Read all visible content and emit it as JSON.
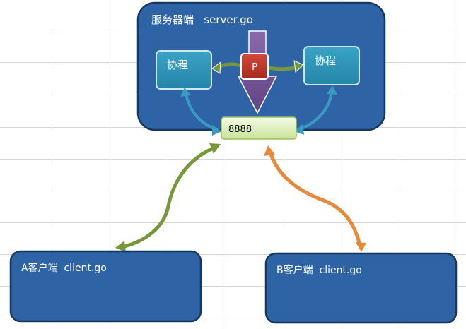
{
  "server": {
    "title": "服务器端   server.go"
  },
  "coroutine_left": {
    "label": "协程"
  },
  "coroutine_right": {
    "label": "协程"
  },
  "processor": {
    "label": "P"
  },
  "port": {
    "label": "8888"
  },
  "client_a": {
    "title": "A客户端  client.go"
  },
  "client_b": {
    "title": "B客户端  client.go"
  },
  "colors": {
    "grid_line": "#d4d4d4",
    "box_fill": "#2e64a6",
    "box_stroke": "#17375e",
    "coroutine_fill": "#2f93b7",
    "processor_fill": "#c0392b",
    "purple_arrow": "#7a5b99",
    "green_arrow": "#76973a",
    "blue_arrow": "#3a9bc1",
    "orange_arrow": "#e8893a",
    "port_fill": "#dff0c2"
  }
}
